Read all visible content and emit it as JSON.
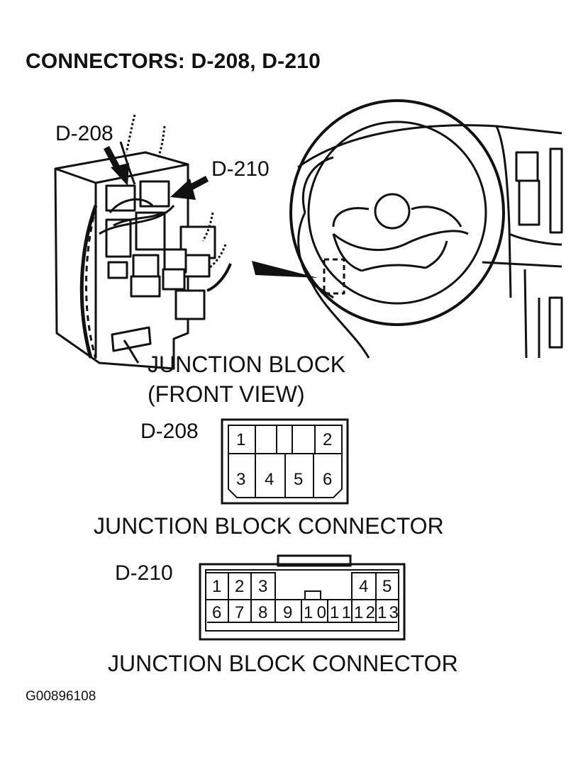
{
  "title": "CONNECTORS: D-208, D-210",
  "illustration": {
    "label_d208": "D-208",
    "label_d210": "D-210",
    "caption_line1": "JUNCTION BLOCK",
    "caption_line2": "(FRONT VIEW)"
  },
  "connector_d208": {
    "label": "D-208",
    "pins": [
      "1",
      "2",
      "3",
      "4",
      "5",
      "6"
    ],
    "caption": "JUNCTION BLOCK CONNECTOR"
  },
  "connector_d210": {
    "label": "D-210",
    "pins": [
      "1",
      "2",
      "3",
      "4",
      "5",
      "6",
      "7",
      "8",
      "9",
      "10",
      "11",
      "12",
      "13"
    ],
    "caption": "JUNCTION BLOCK CONNECTOR"
  },
  "figure_code": "G00896108"
}
